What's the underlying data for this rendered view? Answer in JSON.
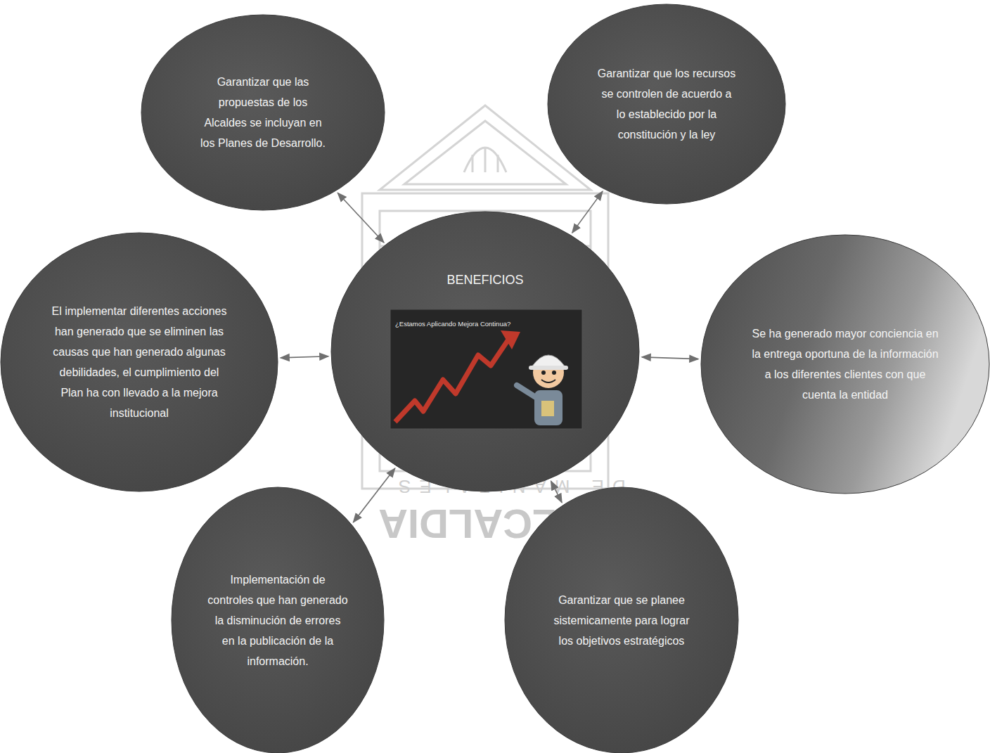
{
  "diagram": {
    "nodes": [
      {
        "text": [
          "Garantizar que las propuestas de los Alcaldes se incluyan en los Planes de Desarrollo."
        ]
      },
      {
        "text": [
          "Garantizar que los recursos se controlen de acuerdo a lo establecido por la constitución y la ley"
        ]
      },
      {
        "text": [
          "BENEFICIOS"
        ]
      },
      {
        "text": [
          "El implementar diferentes acciones han generado que se eliminen las causas que han generado algunas debilidades, el cumplimiento del Plan ha con llevado a la mejora institucional"
        ]
      },
      {
        "text": [
          "Se ha generado mayor conciencia en la entrega oportuna de la información a los diferentes clientes con que cuenta la entidad"
        ]
      },
      {
        "text": [
          "Implementación de controles que han generado la disminución de errores en la publicación de la información."
        ]
      },
      {
        "text": [
          "Garantizar que se planee sistemicamente para lograr los objetivos estratégicos"
        ]
      }
    ],
    "edges": [
      {
        "from": 2,
        "to": 0,
        "arrow": "both"
      },
      {
        "from": 2,
        "to": 1,
        "arrow": "both"
      },
      {
        "from": 2,
        "to": 3,
        "arrow": "both"
      },
      {
        "from": 2,
        "to": 4,
        "arrow": "both"
      },
      {
        "from": 2,
        "to": 5,
        "arrow": "both"
      },
      {
        "from": 2,
        "to": 6,
        "arrow": "both"
      }
    ],
    "labels": [
      "¿Estamos Aplicando Mejora Continua?",
      "DE MANIZALES",
      "ALCALDIA"
    ]
  }
}
